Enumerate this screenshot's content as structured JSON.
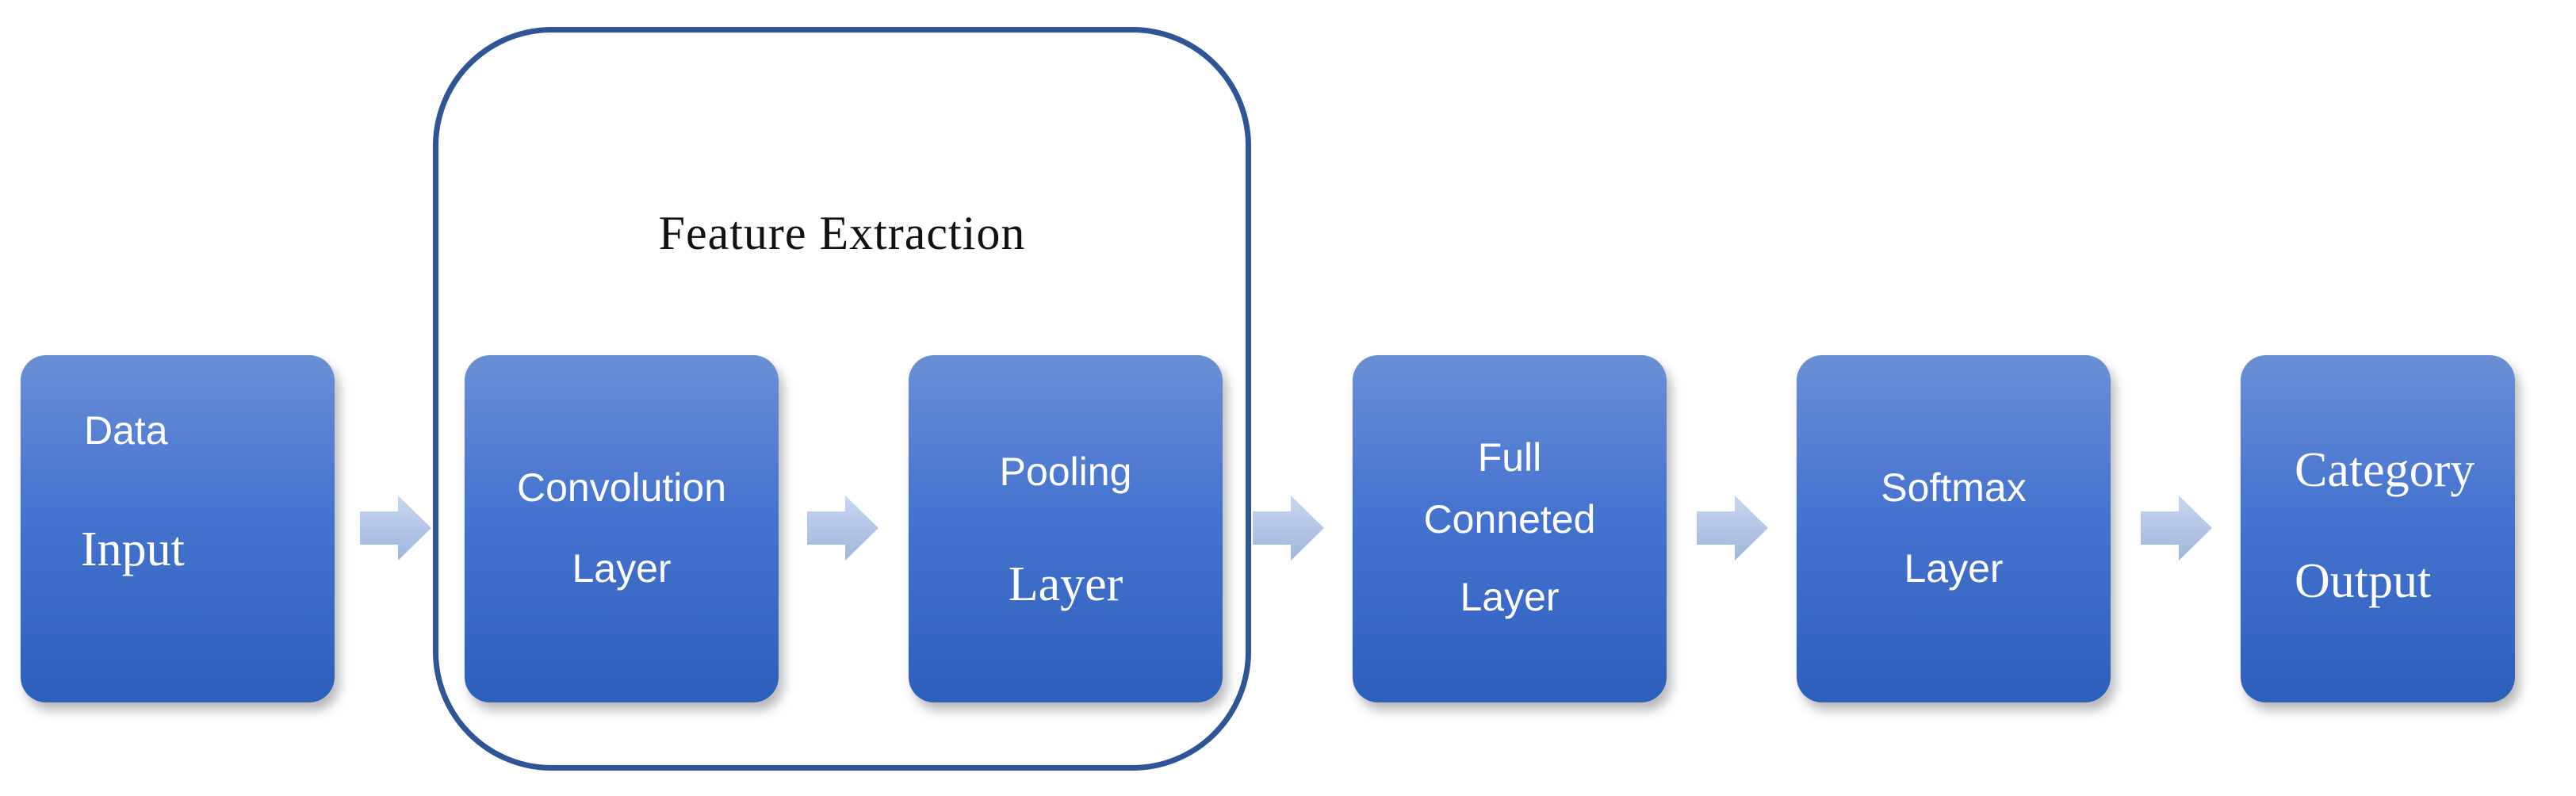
{
  "group": {
    "title": "Feature Extraction"
  },
  "nodes": [
    {
      "id": "data-input",
      "lines": [
        "Data",
        "Input"
      ]
    },
    {
      "id": "convolution-layer",
      "lines": [
        "Convolution",
        "Layer"
      ]
    },
    {
      "id": "pooling-layer",
      "lines": [
        "Pooling",
        "Layer"
      ]
    },
    {
      "id": "full-connected-layer",
      "lines": [
        "Full",
        "Conneted",
        "Layer"
      ]
    },
    {
      "id": "softmax-layer",
      "lines": [
        "Softmax",
        "Layer"
      ]
    },
    {
      "id": "category-output",
      "lines": [
        "Category",
        "Output"
      ]
    }
  ],
  "colors": {
    "node_top": "#6a8fd6",
    "node_bottom": "#2f5fbd",
    "frame": "#2f5597",
    "arrow": "#b4c7e7"
  }
}
